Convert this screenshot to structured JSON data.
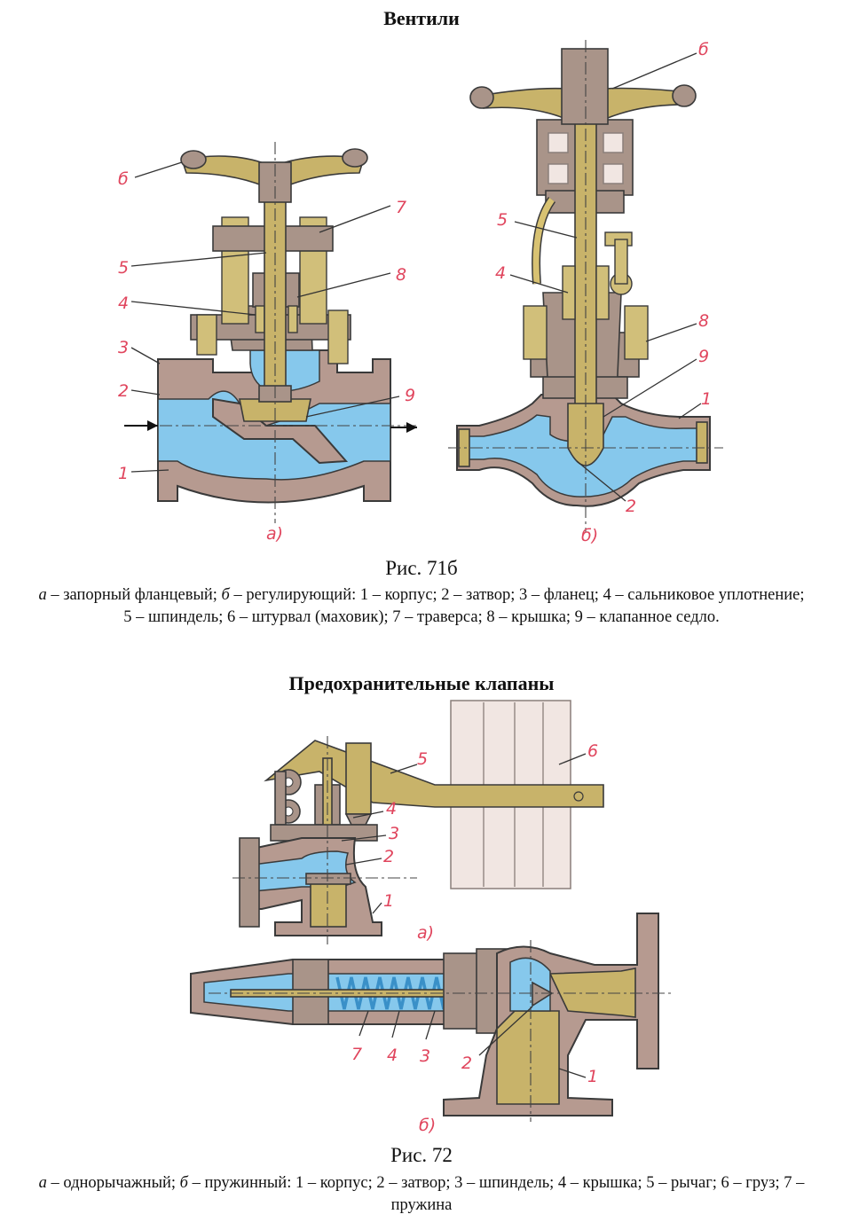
{
  "section1": {
    "heading": "Вентили",
    "subfig_a": "а)",
    "subfig_b": "б)",
    "fig_num": "Рис. 71б",
    "caption_a": "а",
    "caption_b": "б",
    "caption_text_1": " – запорный фланцевый; ",
    "caption_text_2": " – регулирующий: 1 – корпус; 2 – затвор; 3 – фланец; 4 – сальниковое уплотнение; 5 – шпиндель; 6 – штурвал (маховик); 7 – траверса; 8 – крышка; 9 – клапанное седло.",
    "labels_a": [
      "б",
      "7",
      "5",
      "8",
      "4",
      "3",
      "2",
      "9",
      "1"
    ],
    "labels_b": [
      "б",
      "5",
      "4",
      "8",
      "9",
      "1",
      "2"
    ]
  },
  "section2": {
    "heading": "Предохранительные клапаны",
    "subfig_a": "а)",
    "subfig_b": "б)",
    "fig_num": "Рис. 72",
    "caption_a": "а",
    "caption_b": "б",
    "caption_text_1": " – однорычажный; ",
    "caption_text_2": " – пружинный: 1 – корпус; 2 – затвор; 3 – шпиндель; 4 – крышка; 5 – рычаг; 6 – груз; 7 – пружина",
    "labels_a": [
      "5",
      "6",
      "4",
      "3",
      "2",
      "1"
    ],
    "labels_b": [
      "7",
      "4",
      "3",
      "2",
      "1"
    ]
  },
  "colors": {
    "label": "#e0455d",
    "fluid": "#86c8ec",
    "housing": "#b69a90",
    "brass": "#c8b36a",
    "spring": "#3a90c8"
  }
}
